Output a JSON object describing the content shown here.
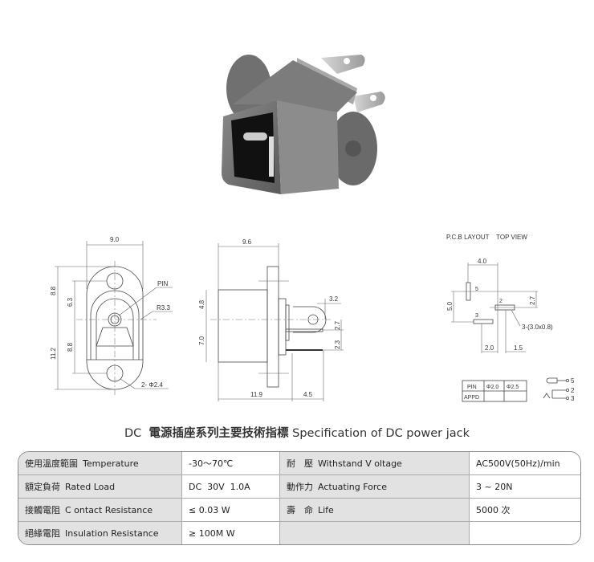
{
  "drawing": {
    "front": {
      "width": "9.0",
      "h_top": "8.8",
      "h_bottom": "11.2",
      "hole_top": "6.3",
      "hole_bottom": "8.8",
      "pin": "PIN",
      "radius": "R3.3",
      "holes": "2- Φ2.4"
    },
    "side": {
      "width": "9.6",
      "h_top": "4.8",
      "h_bottom": "7.0",
      "lug": "3.2",
      "pin_gap1": "2.7",
      "pin_gap2": "2.3",
      "length": "11.9",
      "pin_len": "4.5"
    },
    "pcb": {
      "title": "P.C.B LAYOUT    TOP VIEW",
      "w": "4.0",
      "h": "5.0",
      "off": "2.7",
      "pad": "3-(3.0x0.8)",
      "x1": "2.0",
      "x2": "1.5",
      "pin5": "5",
      "pin2": "2",
      "pin3": "3"
    },
    "pin_table": {
      "pin": "PIN",
      "d1": "Φ2.0",
      "d2": "Φ2.5",
      "appd": "APPD"
    },
    "schematic": {
      "p5": "5",
      "p2": "2",
      "p3": "3"
    }
  },
  "title": {
    "prefix": "DC",
    "zh": "電源插座系列主要技術指標",
    "en": "Specification of DC power jack"
  },
  "spec": [
    {
      "zh1": "使用溫度範圍",
      "en1": "Temperature",
      "v1": "-30～70℃",
      "zh2": "耐　壓",
      "en2": "Withstand V oltage",
      "v2": "AC500V(50Hz)/min"
    },
    {
      "zh1": "額定負荷",
      "en1": "Rated Load",
      "v1": "DC  30V  1.0A",
      "zh2": "動作力",
      "en2": "Actuating Force",
      "v2": "3 ~ 20N"
    },
    {
      "zh1": "接觸電阻",
      "en1": "C ontact Resistance",
      "v1": "≤ 0.03 W",
      "zh2": "壽　命",
      "en2": "Life",
      "v2": "5000 次"
    },
    {
      "zh1": "絕緣電阻",
      "en1": "Insulation Resistance",
      "v1": "≥ 100M W",
      "zh2": "",
      "en2": "",
      "v2": ""
    }
  ]
}
